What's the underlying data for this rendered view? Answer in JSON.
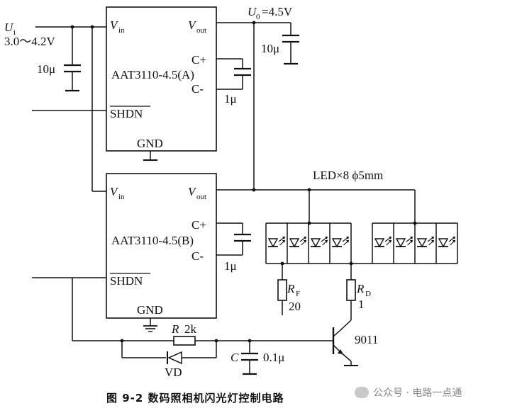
{
  "input": {
    "symbol": "U",
    "sub": "i",
    "range": "3.0～4.2V"
  },
  "output": {
    "symbol": "U",
    "sub": "0",
    "value": "=4.5V"
  },
  "ic_a": {
    "vin": "V",
    "vin_sub": "in",
    "vout": "V",
    "vout_sub": "out",
    "name": "AAT3110-4.5(A)",
    "cplus": "C+",
    "cminus": "C-",
    "shdn": "SHDN",
    "gnd": "GND"
  },
  "ic_b": {
    "vin": "V",
    "vin_sub": "in",
    "vout": "V",
    "vout_sub": "out",
    "name": "AAT3110-4.5(B)",
    "cplus": "C+",
    "cminus": "C-",
    "shdn": "SHDN",
    "gnd": "GND"
  },
  "caps": {
    "c_in": "10μ",
    "c_out": "10μ",
    "c_fly_a": "1μ",
    "c_fly_b": "1μ",
    "c_base_label": "C",
    "c_base_value": "0.1μ"
  },
  "led": {
    "label": "LED×8  ϕ5mm"
  },
  "resistors": {
    "rf_symbol": "R",
    "rf_sub": "F",
    "rf_value": "20",
    "rd_symbol": "R",
    "rd_sub": "D",
    "rd_value": "1",
    "r_label": "R",
    "r_value": "2k"
  },
  "diode": {
    "label": "VD"
  },
  "transistor": {
    "label": "9011"
  },
  "caption": "图 9-2   数码照相机闪光灯控制电路",
  "watermark": "公众号 · 电路一点通"
}
